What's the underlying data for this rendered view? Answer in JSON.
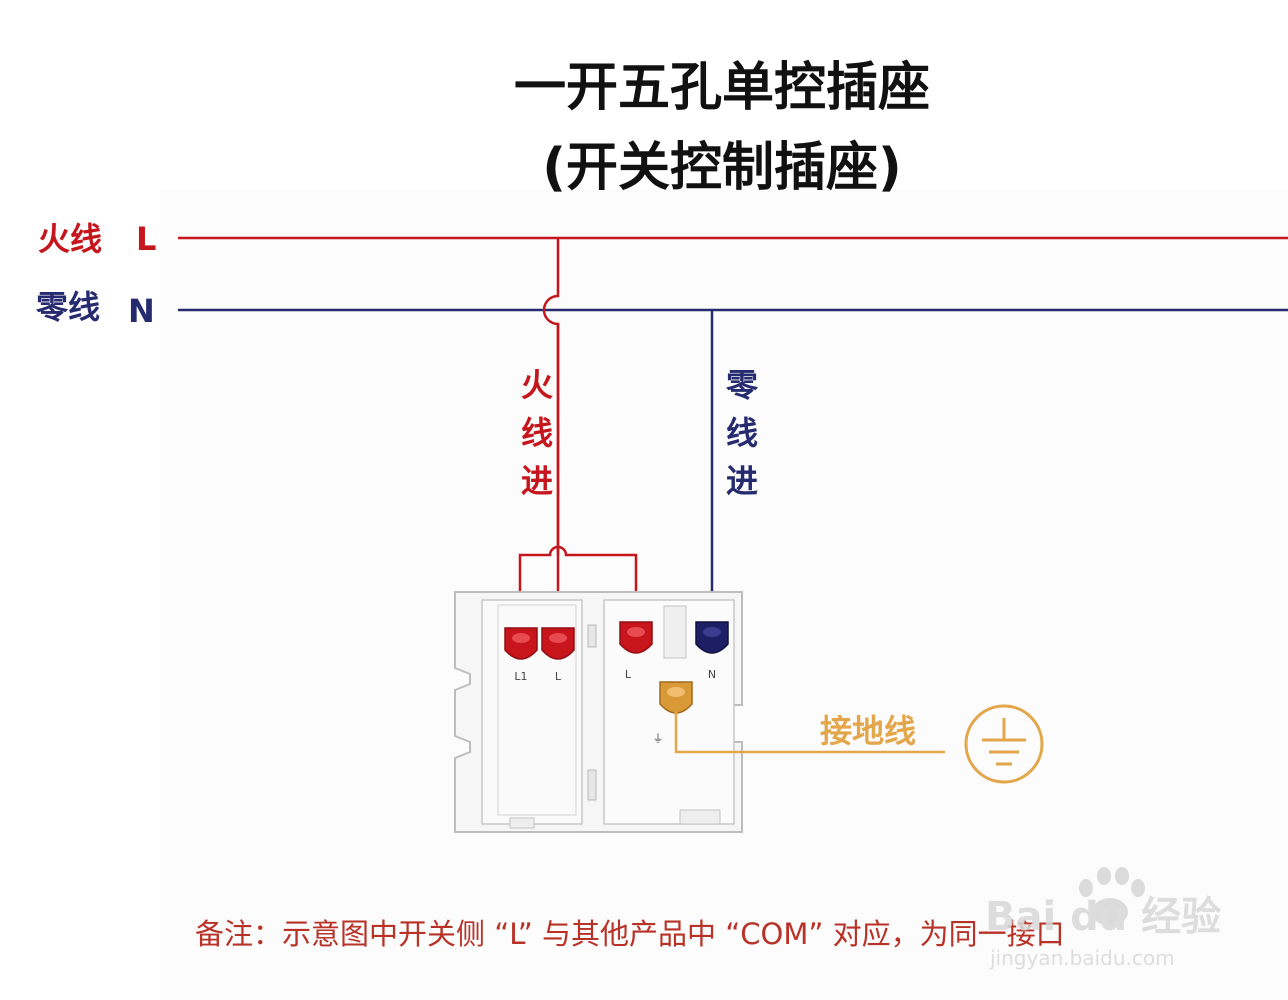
{
  "title": {
    "line1": "一开五孔单控插座",
    "line2": "(开关控制插座)"
  },
  "supply": {
    "live": {
      "name": "火线",
      "letter": "L"
    },
    "neutral": {
      "name": "零线",
      "letter": "N"
    }
  },
  "branches": {
    "live_in": [
      "火",
      "线",
      "进"
    ],
    "neutral_in": [
      "零",
      "线",
      "进"
    ],
    "ground": "接地线"
  },
  "terminals": {
    "switch_l1": "L1",
    "switch_l": "L",
    "socket_l": "L",
    "socket_n": "N",
    "socket_ground": "⏚"
  },
  "note": "备注：示意图中开关侧 “L” 与其他产品中 “COM” 对应，为同一接口",
  "watermark": {
    "brand": "Bai du 经验",
    "url": "jingyan.baidu.com"
  },
  "colors": {
    "live": "#c4161c",
    "neutral": "#262a6e",
    "ground": "#e3a64a",
    "terminal_red": "#c8141b",
    "terminal_blue": "#1d1e63",
    "terminal_orange": "#d99a36",
    "note": "#b83227"
  }
}
